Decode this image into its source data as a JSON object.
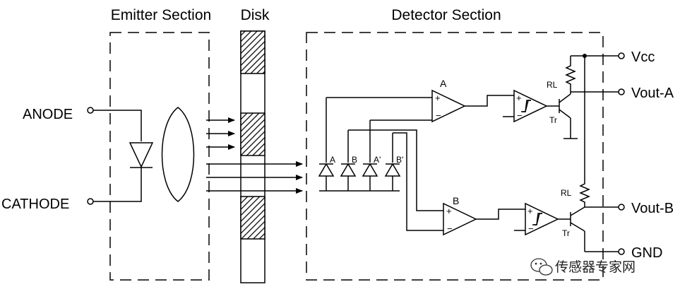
{
  "sections": {
    "emitter": "Emitter Section",
    "disk": "Disk",
    "detector": "Detector Section"
  },
  "pins": {
    "anode": "ANODE",
    "cathode": "CATHODE",
    "vcc": "Vcc",
    "vout_a": "Vout-A",
    "vout_b": "Vout-B",
    "gnd": "GND"
  },
  "photodiodes": [
    "A",
    "B",
    "A'",
    "B'"
  ],
  "channels": {
    "a": "A",
    "b": "B"
  },
  "components": {
    "load_resistor": "RL",
    "transistor": "Tr"
  },
  "watermark": "传感器专家网"
}
